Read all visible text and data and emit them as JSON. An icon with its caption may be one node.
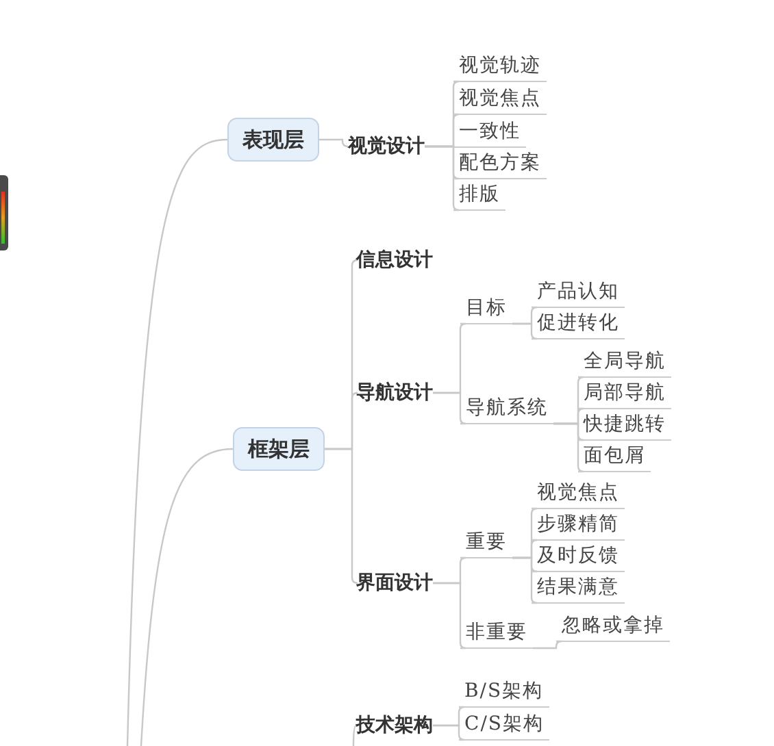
{
  "diagram": {
    "nodes": [
      {
        "text": [
          "表现层"
        ]
      },
      {
        "text": [
          "视觉设计"
        ]
      },
      {
        "text": [
          "视觉轨迹"
        ]
      },
      {
        "text": [
          "视觉焦点"
        ]
      },
      {
        "text": [
          "一致性"
        ]
      },
      {
        "text": [
          "配色方案"
        ]
      },
      {
        "text": [
          "排版"
        ]
      },
      {
        "text": [
          "框架层"
        ]
      },
      {
        "text": [
          "信息设计"
        ]
      },
      {
        "text": [
          "导航设计"
        ]
      },
      {
        "text": [
          "目标"
        ]
      },
      {
        "text": [
          "产品认知"
        ]
      },
      {
        "text": [
          "促进转化"
        ]
      },
      {
        "text": [
          "导航系统"
        ]
      },
      {
        "text": [
          "全局导航"
        ]
      },
      {
        "text": [
          "局部导航"
        ]
      },
      {
        "text": [
          "快捷跳转"
        ]
      },
      {
        "text": [
          "面包屑"
        ]
      },
      {
        "text": [
          "界面设计"
        ]
      },
      {
        "text": [
          "重要"
        ]
      },
      {
        "text": [
          "视觉焦点"
        ]
      },
      {
        "text": [
          "步骤精简"
        ]
      },
      {
        "text": [
          "及时反馈"
        ]
      },
      {
        "text": [
          "结果满意"
        ]
      },
      {
        "text": [
          "非重要"
        ]
      },
      {
        "text": [
          "忽略或拿掉"
        ]
      },
      {
        "text": [
          "技术架构"
        ]
      },
      {
        "text": [
          "B/S架构"
        ]
      },
      {
        "text": [
          "C/S架构"
        ]
      }
    ],
    "edges": [
      {
        "from": null,
        "to": 0,
        "arrow": "none"
      },
      {
        "from": null,
        "to": 7,
        "arrow": "none"
      },
      {
        "from": 0,
        "to": 1,
        "arrow": "none"
      },
      {
        "from": 1,
        "to": 2,
        "arrow": "none"
      },
      {
        "from": 1,
        "to": 3,
        "arrow": "none"
      },
      {
        "from": 1,
        "to": 4,
        "arrow": "none"
      },
      {
        "from": 1,
        "to": 5,
        "arrow": "none"
      },
      {
        "from": 1,
        "to": 6,
        "arrow": "none"
      },
      {
        "from": 7,
        "to": 8,
        "arrow": "none"
      },
      {
        "from": 7,
        "to": 9,
        "arrow": "none"
      },
      {
        "from": 7,
        "to": 18,
        "arrow": "none"
      },
      {
        "from": 9,
        "to": 10,
        "arrow": "none"
      },
      {
        "from": 9,
        "to": 13,
        "arrow": "none"
      },
      {
        "from": 10,
        "to": 11,
        "arrow": "none"
      },
      {
        "from": 10,
        "to": 12,
        "arrow": "none"
      },
      {
        "from": 13,
        "to": 14,
        "arrow": "none"
      },
      {
        "from": 13,
        "to": 15,
        "arrow": "none"
      },
      {
        "from": 13,
        "to": 16,
        "arrow": "none"
      },
      {
        "from": 13,
        "to": 17,
        "arrow": "none"
      },
      {
        "from": 18,
        "to": 19,
        "arrow": "none"
      },
      {
        "from": 18,
        "to": 24,
        "arrow": "none"
      },
      {
        "from": 19,
        "to": 20,
        "arrow": "none"
      },
      {
        "from": 19,
        "to": 21,
        "arrow": "none"
      },
      {
        "from": 19,
        "to": 22,
        "arrow": "none"
      },
      {
        "from": 19,
        "to": 23,
        "arrow": "none"
      },
      {
        "from": 24,
        "to": 25,
        "arrow": "none"
      },
      {
        "from": null,
        "to": 26,
        "arrow": "none"
      },
      {
        "from": 26,
        "to": 27,
        "arrow": "none"
      },
      {
        "from": 26,
        "to": 28,
        "arrow": "none"
      }
    ]
  }
}
